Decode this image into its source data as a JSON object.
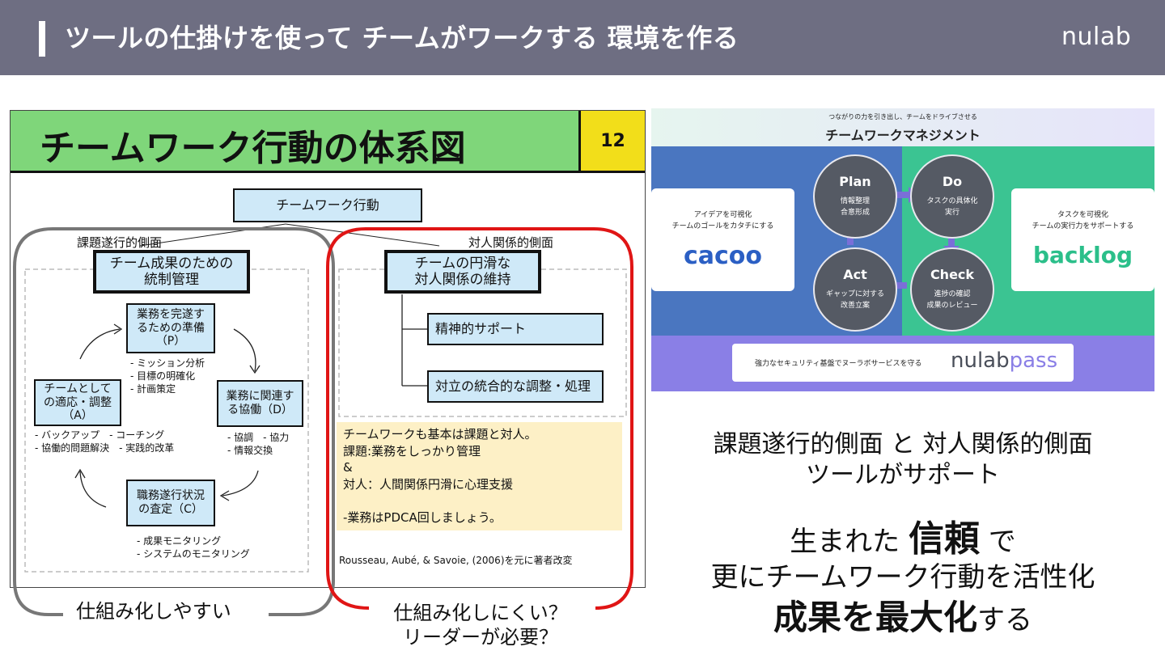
{
  "header": {
    "title": "ツールの仕掛けを使って チームがワークする 環境を作る",
    "logo": "nulab"
  },
  "diagram": {
    "title": "チームワーク行動の体系図",
    "page_number": "12",
    "root": "チームワーク行動",
    "task_side": {
      "label": "課題遂行的側面",
      "main": [
        "チーム成果のための",
        "統制管理"
      ],
      "plan": [
        "業務を完遂す",
        "るための準備",
        "（P）"
      ],
      "plan_notes": [
        "- ミッション分析",
        "- 目標の明確化",
        "- 計画策定"
      ],
      "do": [
        "業務に関連す",
        "る協働（D）"
      ],
      "do_notes": [
        "- 協調　- 協力",
        "- 情報交換"
      ],
      "check": [
        "職務遂行状況",
        "の査定（C）"
      ],
      "check_notes": [
        "- 成果モニタリング",
        "- システムのモニタリング"
      ],
      "act": [
        "チームとして",
        "の適応・調整",
        "（A）"
      ],
      "act_notes": [
        "- バックアップ　- コーチング",
        "- 協働的問題解決　- 実践的改革"
      ]
    },
    "relation_side": {
      "label": "対人関係的側面",
      "main": [
        "チームの円滑な",
        "対人関係の維持"
      ],
      "items": [
        "精神的サポート",
        "対立の統合的な調整・処理"
      ]
    },
    "note": [
      "チームワークも基本は課題と対人。",
      "課題:業務をしっかり管理",
      "&",
      "対人：人間関係円滑に心理支援",
      "",
      "-業務はPDCA回しましょう。"
    ],
    "citation": "Rousseau, Aubé, & Savoie, (2006)を元に著者改変",
    "caption_left": "仕組み化しやすい",
    "caption_right": [
      "仕組み化しにくい？",
      "リーダーが必要？"
    ]
  },
  "pdca_image": {
    "subtitle": "つながりの力を引き出し、チームをドライブさせる",
    "title": "チームワークマネジメント",
    "cacoo_text": [
      "アイデアを可視化",
      "チームのゴールをカタチにする"
    ],
    "cacoo_logo": "cacoo",
    "backlog_text": [
      "タスクを可視化",
      "チームの実行力をサポートする"
    ],
    "backlog_logo": "backlog",
    "plan": {
      "name": "Plan",
      "desc": [
        "情報整理",
        "合意形成"
      ]
    },
    "do": {
      "name": "Do",
      "desc": [
        "タスクの具体化",
        "実行"
      ]
    },
    "check": {
      "name": "Check",
      "desc": [
        "進捗の確認",
        "成果のレビュー"
      ]
    },
    "act": {
      "name": "Act",
      "desc": [
        "ギャップに対する",
        "改善立案"
      ]
    },
    "pass_text": "強力なセキュリティ基盤でヌーラボサービスを守る",
    "pass_logo_a": "nulab",
    "pass_logo_b": "pass",
    "colors": {
      "blue": "#4a76c0",
      "green": "#3bc492",
      "purple": "#8a7fe6",
      "circle": "#555a64"
    }
  },
  "right_text": {
    "line1": "課題遂行的側面 と 対人関係的側面",
    "line2": "ツールがサポート",
    "line3_a": "生まれた ",
    "line3_b": "信頼",
    "line3_c": " で",
    "line4": "更にチームワーク行動を活性化",
    "line5_a": "成果を最大化",
    "line5_b": "する"
  },
  "colors": {
    "header_bg": "#6e6e82",
    "title_green": "#7fd67a",
    "num_yellow": "#f2de1a",
    "box_blue": "#cfe9f8",
    "note_bg": "#fdf0c6",
    "red": "#e01515",
    "gray": "#777777"
  }
}
